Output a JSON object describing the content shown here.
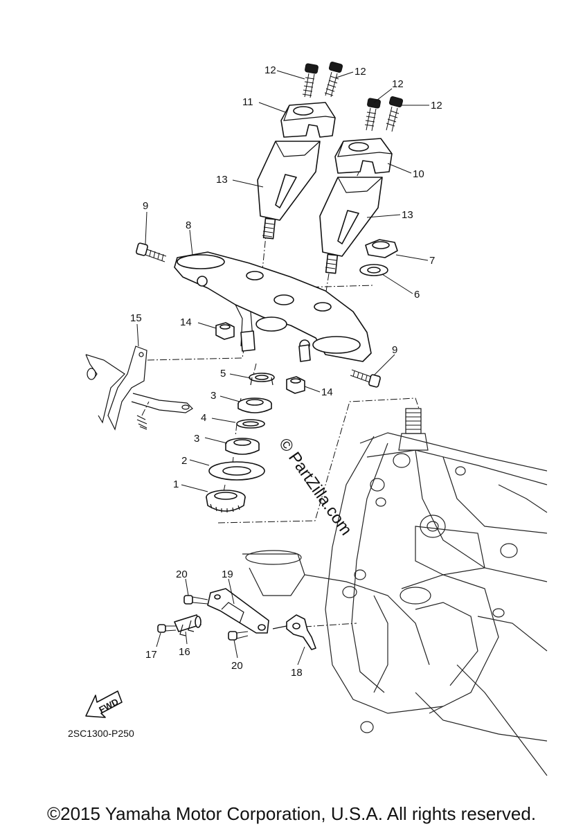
{
  "callouts": {
    "c1": "1",
    "c2": "2",
    "c3a": "3",
    "c3b": "3",
    "c4": "4",
    "c5": "5",
    "c6": "6",
    "c7": "7",
    "c8": "8",
    "c9a": "9",
    "c9b": "9",
    "c10": "10",
    "c11": "11",
    "c12a": "12",
    "c12b": "12",
    "c12c": "12",
    "c12d": "12",
    "c13a": "13",
    "c13b": "13",
    "c14a": "14",
    "c14b": "14",
    "c15": "15",
    "c16": "16",
    "c17": "17",
    "c18": "18",
    "c19": "19",
    "c20a": "20",
    "c20b": "20"
  },
  "fwd_label": "FWD",
  "diagram_code": "2SC1300-P250",
  "watermark": "© PartZilla.com",
  "copyright": "©2015 Yamaha Motor Corporation, U.S.A. All rights reserved."
}
